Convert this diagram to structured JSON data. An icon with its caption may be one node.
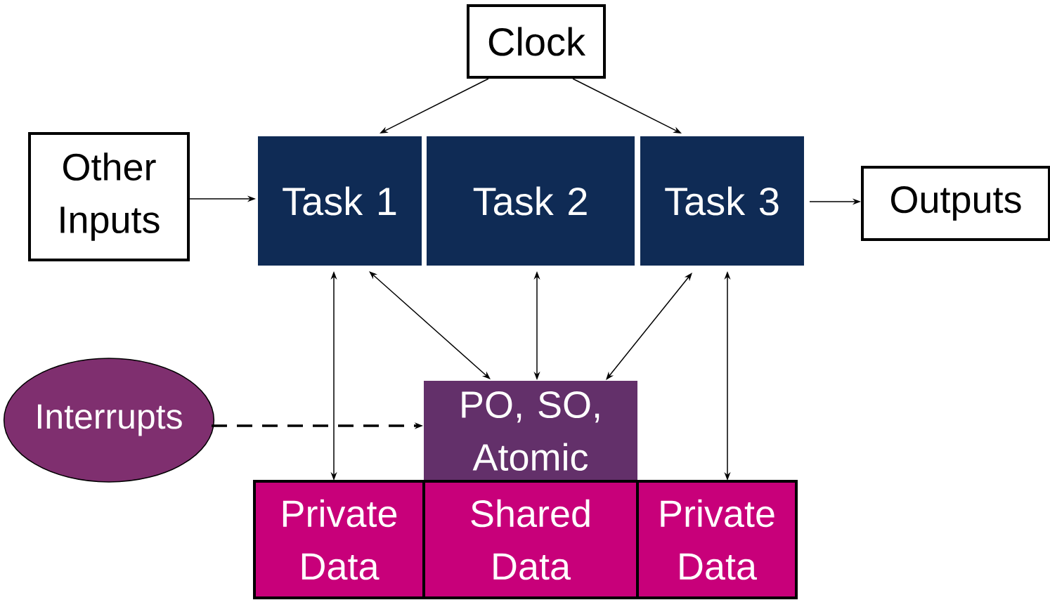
{
  "diagram": {
    "nodes": [
      {
        "text": [
          "Clock"
        ]
      },
      {
        "text": [
          "Other Inputs"
        ]
      },
      {
        "text": [
          "Task 1"
        ]
      },
      {
        "text": [
          "Task 2"
        ]
      },
      {
        "text": [
          "Task 3"
        ]
      },
      {
        "text": [
          "Outputs"
        ]
      },
      {
        "text": [
          "Interrupts"
        ]
      },
      {
        "text": [
          "PO, SO, Atomic"
        ]
      },
      {
        "text": [
          "Private Data"
        ]
      },
      {
        "text": [
          "Shared Data"
        ]
      },
      {
        "text": [
          "Private Data"
        ]
      }
    ],
    "edges": [
      {
        "from": 0,
        "to": 2,
        "arrow": "to"
      },
      {
        "from": 0,
        "to": 4,
        "arrow": "to"
      },
      {
        "from": 1,
        "to": 2,
        "arrow": "to"
      },
      {
        "from": 4,
        "to": 5,
        "arrow": "to"
      },
      {
        "from": 2,
        "to": 8,
        "arrow": "both"
      },
      {
        "from": 2,
        "to": 7,
        "arrow": "both"
      },
      {
        "from": 3,
        "to": 7,
        "arrow": "both"
      },
      {
        "from": 4,
        "to": 7,
        "arrow": "both"
      },
      {
        "from": 4,
        "to": 10,
        "arrow": "both"
      },
      {
        "from": 6,
        "to": 7,
        "arrow": "to",
        "style": "dashed"
      }
    ]
  }
}
